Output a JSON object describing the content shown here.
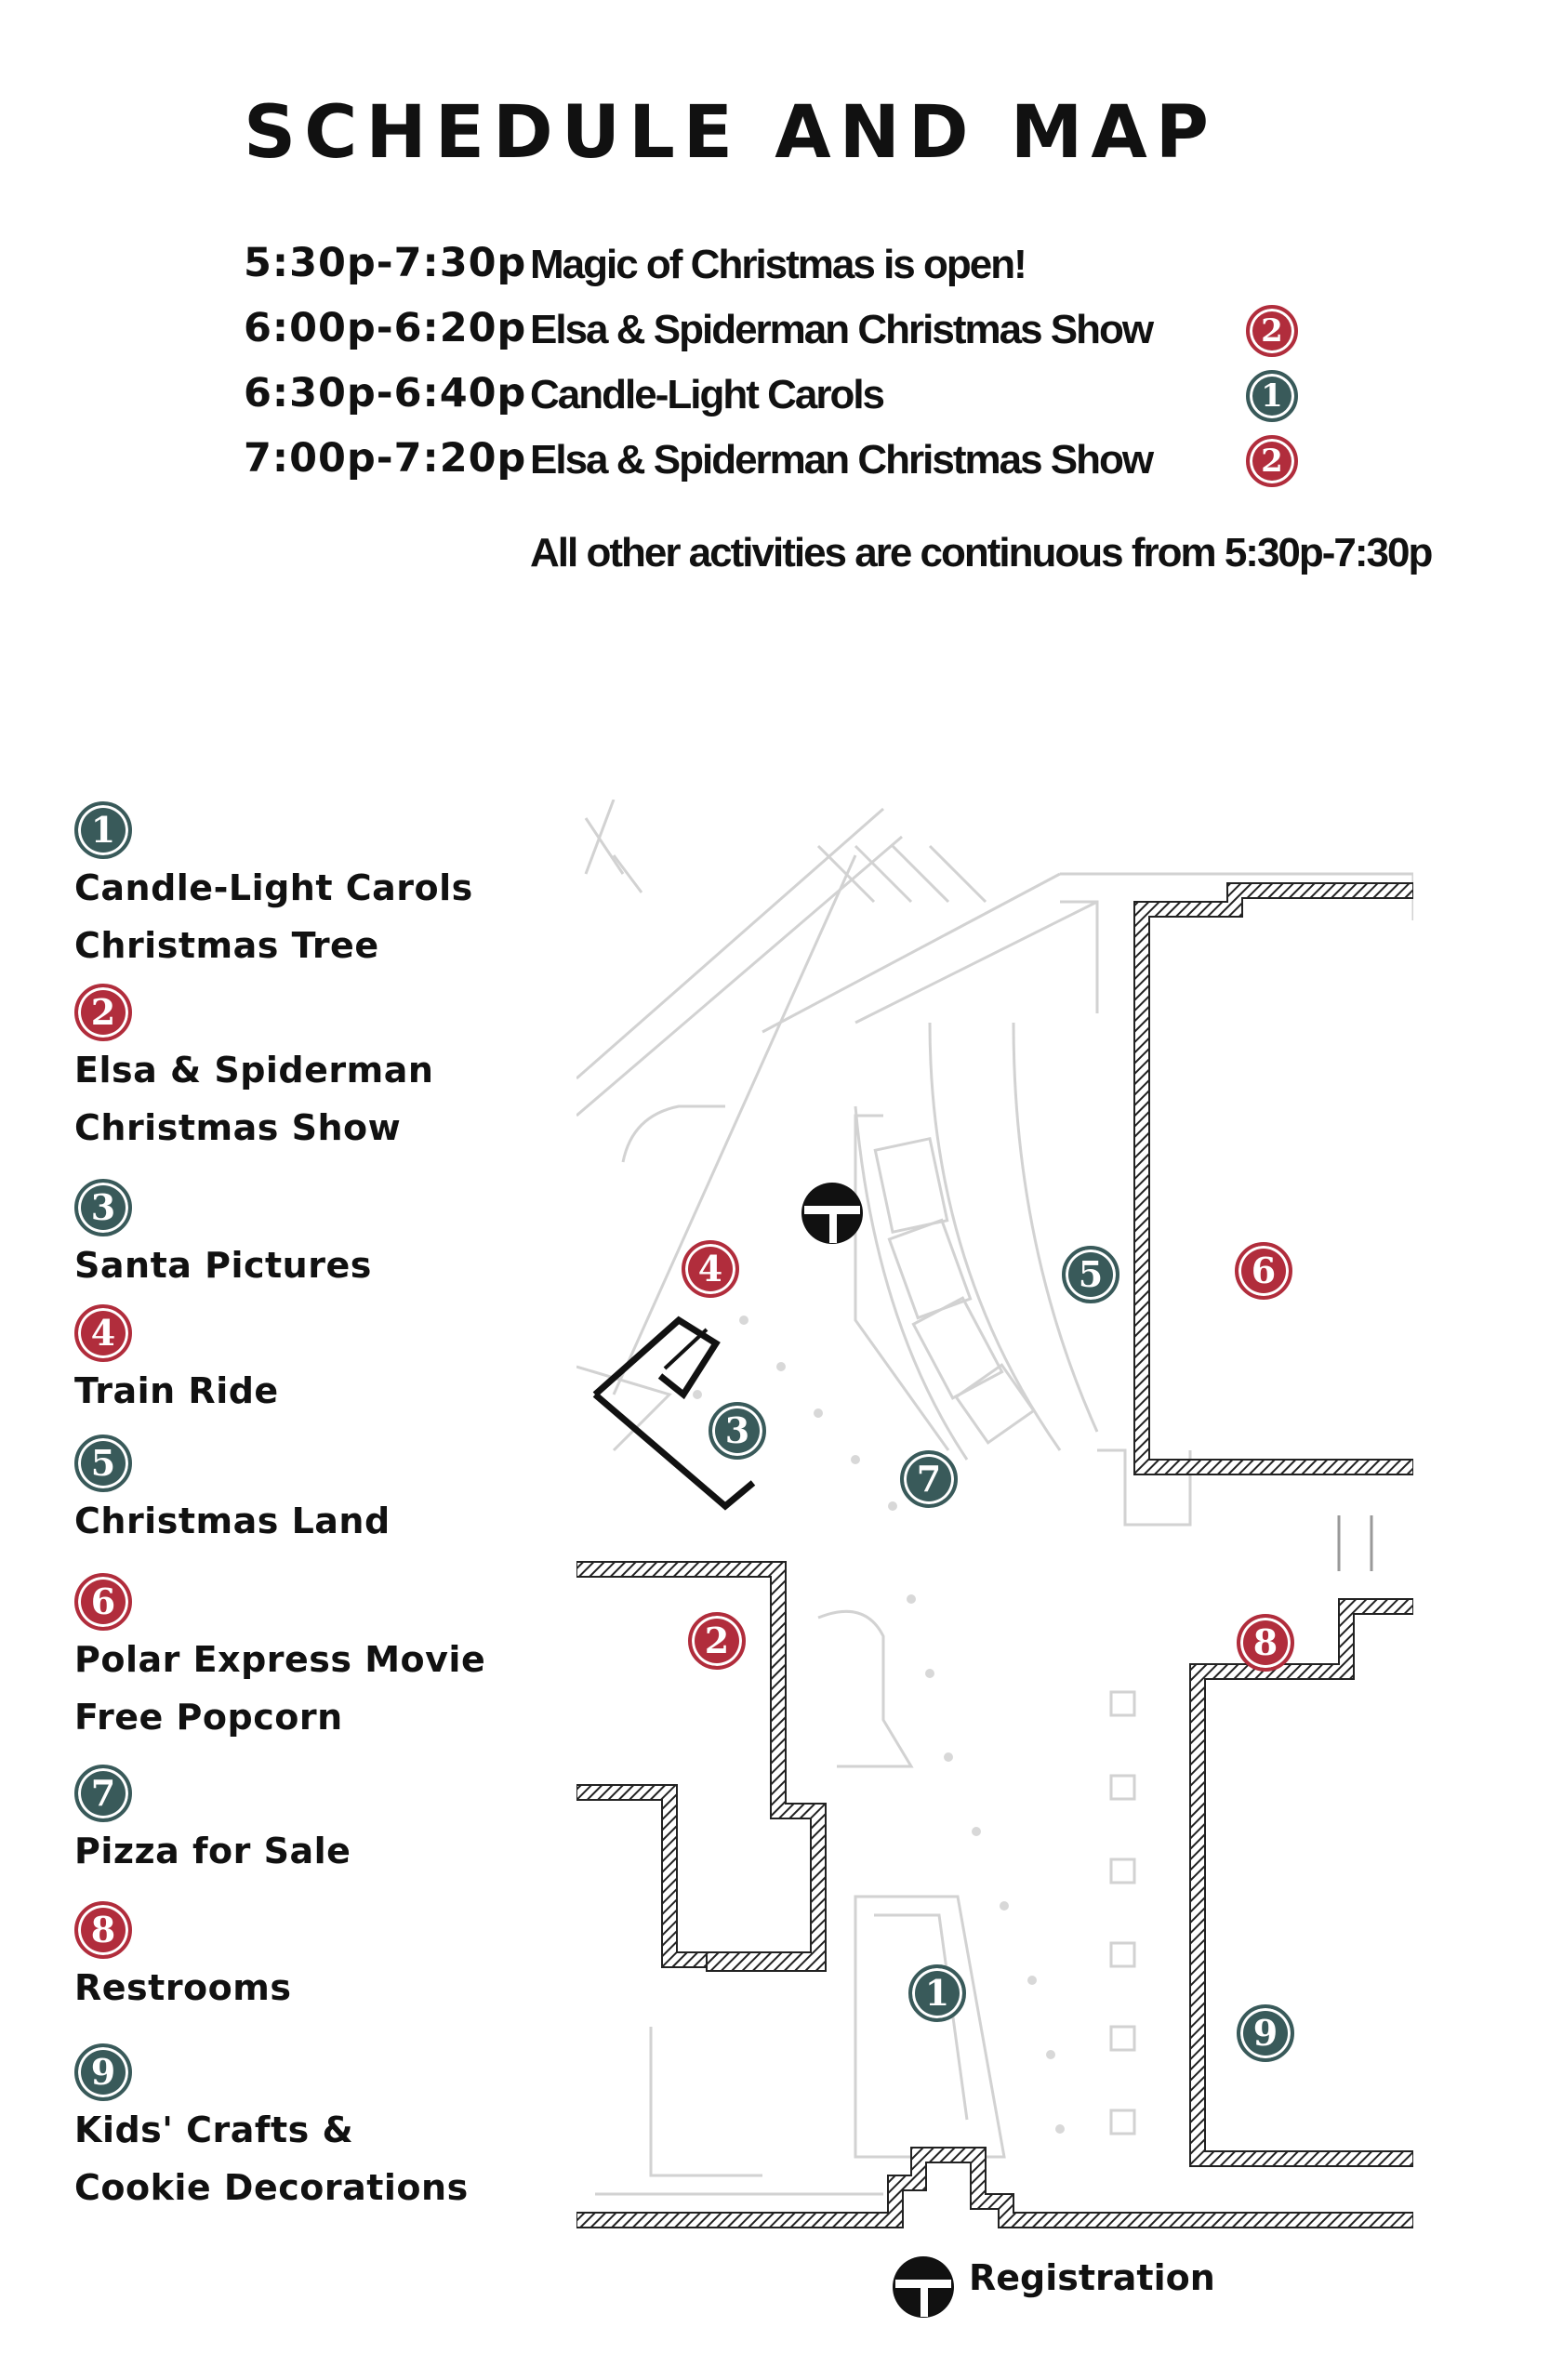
{
  "title": "SCHEDULE AND MAP",
  "colors": {
    "teal": "#395a5a",
    "red": "#b12d3c",
    "wall": "#222222",
    "map_line": "#cfcfcf"
  },
  "schedule": [
    {
      "time": "5:30p-7:30p",
      "event": "Magic of Christmas is open!",
      "marker": null,
      "color": null
    },
    {
      "time": "6:00p-6:20p",
      "event": "Elsa & Spiderman Christmas Show",
      "marker": "2",
      "color": "red"
    },
    {
      "time": "6:30p-6:40p",
      "event": "Candle-Light Carols",
      "marker": "1",
      "color": "teal"
    },
    {
      "time": "7:00p-7:20p",
      "event": "Elsa & Spiderman Christmas Show",
      "marker": "2",
      "color": "red"
    }
  ],
  "note": "All other activities are continuous from 5:30p-7:30p",
  "legend": [
    {
      "number": "1",
      "color": "teal",
      "lines": [
        "Candle-Light Carols",
        "Christmas Tree"
      ]
    },
    {
      "number": "2",
      "color": "red",
      "lines": [
        "Elsa & Spiderman",
        "Christmas Show"
      ]
    },
    {
      "number": "3",
      "color": "teal",
      "lines": [
        "Santa Pictures"
      ]
    },
    {
      "number": "4",
      "color": "red",
      "lines": [
        "Train Ride"
      ]
    },
    {
      "number": "5",
      "color": "teal",
      "lines": [
        "Christmas Land"
      ]
    },
    {
      "number": "6",
      "color": "red",
      "lines": [
        "Polar Express Movie",
        "Free Popcorn"
      ]
    },
    {
      "number": "7",
      "color": "teal",
      "lines": [
        "Pizza for Sale"
      ]
    },
    {
      "number": "8",
      "color": "red",
      "lines": [
        "Restrooms"
      ]
    },
    {
      "number": "9",
      "color": "teal",
      "lines": [
        "Kids' Crafts &",
        "Cookie Decorations"
      ]
    }
  ],
  "map_markers": [
    {
      "number": "4",
      "color": "red"
    },
    {
      "number": "5",
      "color": "teal"
    },
    {
      "number": "6",
      "color": "red"
    },
    {
      "number": "3",
      "color": "teal"
    },
    {
      "number": "7",
      "color": "teal"
    },
    {
      "number": "2",
      "color": "red"
    },
    {
      "number": "8",
      "color": "red"
    },
    {
      "number": "1",
      "color": "teal"
    },
    {
      "number": "9",
      "color": "teal"
    }
  ],
  "registration": {
    "label": "Registration",
    "icon": "church-cross-icon"
  }
}
